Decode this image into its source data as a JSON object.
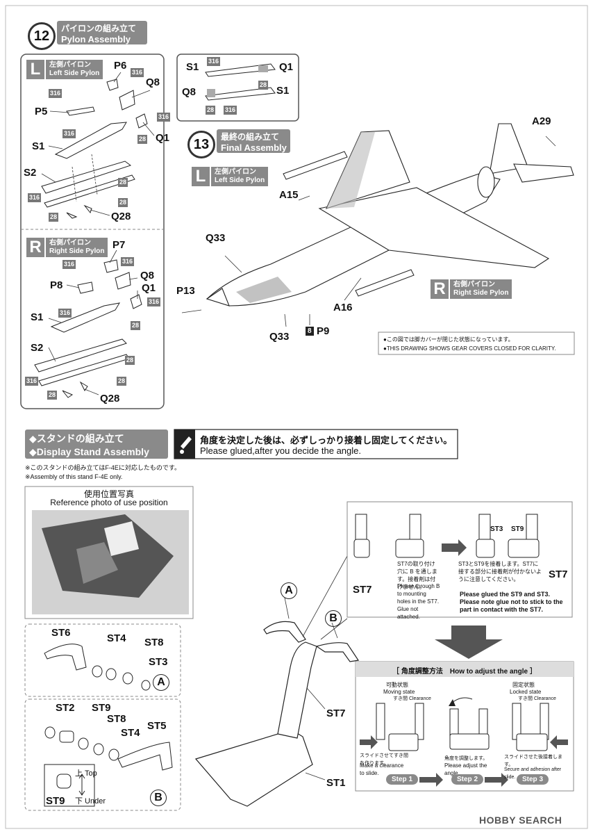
{
  "step12": {
    "number": "12",
    "title_jp": "パイロンの組み立て",
    "title_en": "Pylon Assembly",
    "left": {
      "letter": "L",
      "jp": "左側パイロン",
      "en": "Left Side Pylon",
      "parts": [
        "P6",
        "Q8",
        "Q1",
        "P5",
        "S1",
        "S2",
        "Q28"
      ]
    },
    "right": {
      "letter": "R",
      "jp": "右側パイロン",
      "en": "Right Side Pylon",
      "parts": [
        "P7",
        "Q8",
        "Q1",
        "P8",
        "S1",
        "S2",
        "Q28"
      ]
    },
    "inset": {
      "parts": [
        "S1",
        "Q1",
        "Q8",
        "S1"
      ]
    },
    "paint_codes": [
      "316",
      "28"
    ]
  },
  "step13": {
    "number": "13",
    "title_jp": "最終の組み立て",
    "title_en": "Final Assembly",
    "left_pylon": {
      "letter": "L",
      "jp": "左側パイロン",
      "en": "Left Side Pylon"
    },
    "right_pylon": {
      "letter": "R",
      "jp": "右側パイロン",
      "en": "Right Side Pylon"
    },
    "parts": [
      "A29",
      "A15",
      "Q33",
      "P13",
      "A16",
      "Q33",
      "P9"
    ],
    "p9_code": "8",
    "note_jp": "●この図では脚カバーが閉じた状態になっています。",
    "note_en": "●THIS DRAWING SHOWS GEAR COVERS CLOSED FOR CLARITY."
  },
  "stand": {
    "title_jp": "◆スタンドの組み立て",
    "title_en": "◆Display Stand Assembly",
    "glue_jp": "角度を決定した後は、必ずしっかり接着し固定してください。",
    "glue_en": "Please glued,after you decide the angle.",
    "note1": "※このスタンドの組み立てはF-4Eに対応したものです。",
    "note2": "※Assembly of this stand F-4E only.",
    "photo_jp": "使用位置写真",
    "photo_en": "Reference photo of use position",
    "assy_a_parts": [
      "ST6",
      "ST4",
      "ST8",
      "ST3"
    ],
    "assy_b_parts": [
      "ST2",
      "ST9",
      "ST8",
      "ST4",
      "ST5"
    ],
    "top_label": "上 Top",
    "under_label": "下 Under",
    "st9": "ST9",
    "letter_a": "A",
    "letter_b": "B",
    "main_parts": [
      "ST7",
      "ST1"
    ],
    "detail": {
      "st7": "ST7",
      "st3": "ST3",
      "st9": "ST9",
      "left_jp": "ST7の取り付け穴に B を通します。接着剤は付けません。",
      "left_en": "Please through B to mounting holes in the ST7. Glue not attached.",
      "right_jp": "ST3とST9を接着します。ST7に接する部分に接着剤が付かないように注意してください。",
      "right_en": "Please glued the ST9 and ST3. Please note glue not to stick to the part in contact with the ST7."
    },
    "adjust": {
      "title": "［ 角度調整方法　How to adjust the angle ］",
      "clearance": "すき間 Clearance",
      "state1_jp": "可動状態",
      "state1_en": "Moving state",
      "state3_jp": "固定状態",
      "state3_en": "Locked state",
      "s1_jp": "スライドさせてすき間を作ります。",
      "s1_en": "Make a clearance to slide.",
      "s2_jp": "角度を調整します。",
      "s2_en": "Please adjust the angle.",
      "s3_jp": "スライドさせた後接着します。",
      "s3_en": "Secure and adhesion after slide.",
      "steps": [
        "Step 1",
        "Step 2",
        "Step 3"
      ]
    }
  },
  "watermark": "HOBBY SEARCH"
}
